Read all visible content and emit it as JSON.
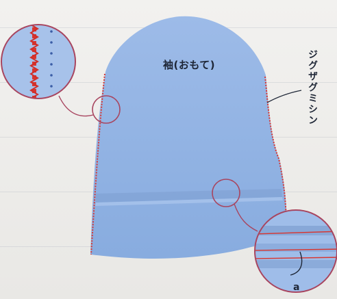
{
  "labels": {
    "sleeve_front": "袖(おもて)",
    "zigzag_stitch": "ジグザグミシン",
    "marker_a": "a"
  },
  "colors": {
    "fabric": "#8fb3e3",
    "fabric_shadow": "#7ea3d6",
    "stitch_red": "#d9352f",
    "callout_circle": "#a8455f",
    "background": "#ecebe8"
  }
}
